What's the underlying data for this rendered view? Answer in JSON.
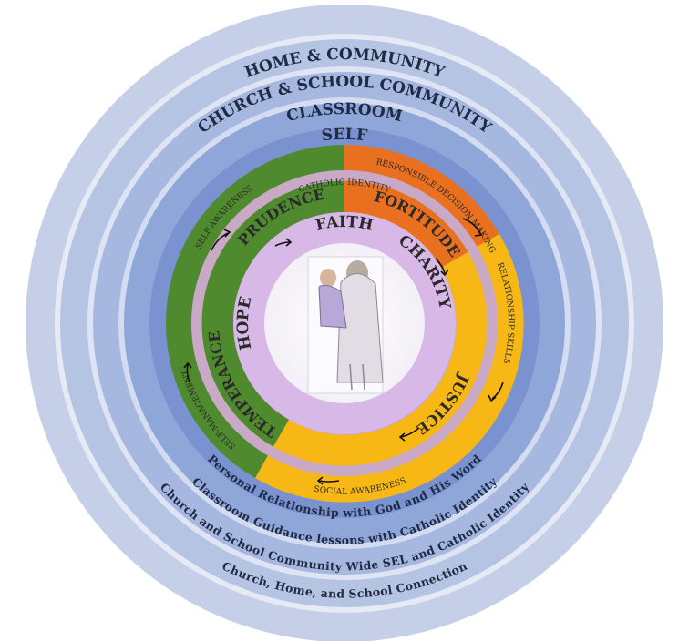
{
  "outer_rings": {
    "home_community": "HOME & COMMUNITY",
    "church_school_community": "CHURCH & SCHOOL COMMUNITY",
    "classroom": "CLASSROOM",
    "self": "SELF"
  },
  "sel_competencies": {
    "self_awareness": "SELF-AWARENESS",
    "responsible_decision_making": "RESPONSIBLE DECISION MAKING",
    "relationship_skills": "RELATIONSHIP SKILLS",
    "social_awareness": "SOCIAL AWARENESS",
    "self_management": "SELF-MANAGEMENT"
  },
  "catholic_identity": "CATHOLIC IDENTITY",
  "cardinal_virtues": {
    "prudence": "PRUDENCE",
    "fortitude": "FORTITUDE",
    "justice": "JUSTICE",
    "temperance": "TEMPERANCE"
  },
  "theological_virtues": {
    "faith": "FAITH",
    "hope": "HOPE",
    "charity": "CHARITY"
  },
  "bottom_captions": {
    "self": "Personal Relationship with God and His Word",
    "classroom": "Classroom Guidance lessons with Catholic Identity",
    "church_school": "Church and School Community Wide  SEL and Catholic Identity",
    "home": "Church, Home, and School Connection"
  },
  "colors": {
    "ring_outer": "#c5d0e8",
    "ring_mid": "#aebde0",
    "ring_inner": "#8fa6d8",
    "self_ring": "#7a92d0",
    "green": "#4f8a2e",
    "orange": "#e8701e",
    "yellow": "#f7b815",
    "mauve_band": "#c9a9c6",
    "lavender": "#d7b8e6"
  }
}
